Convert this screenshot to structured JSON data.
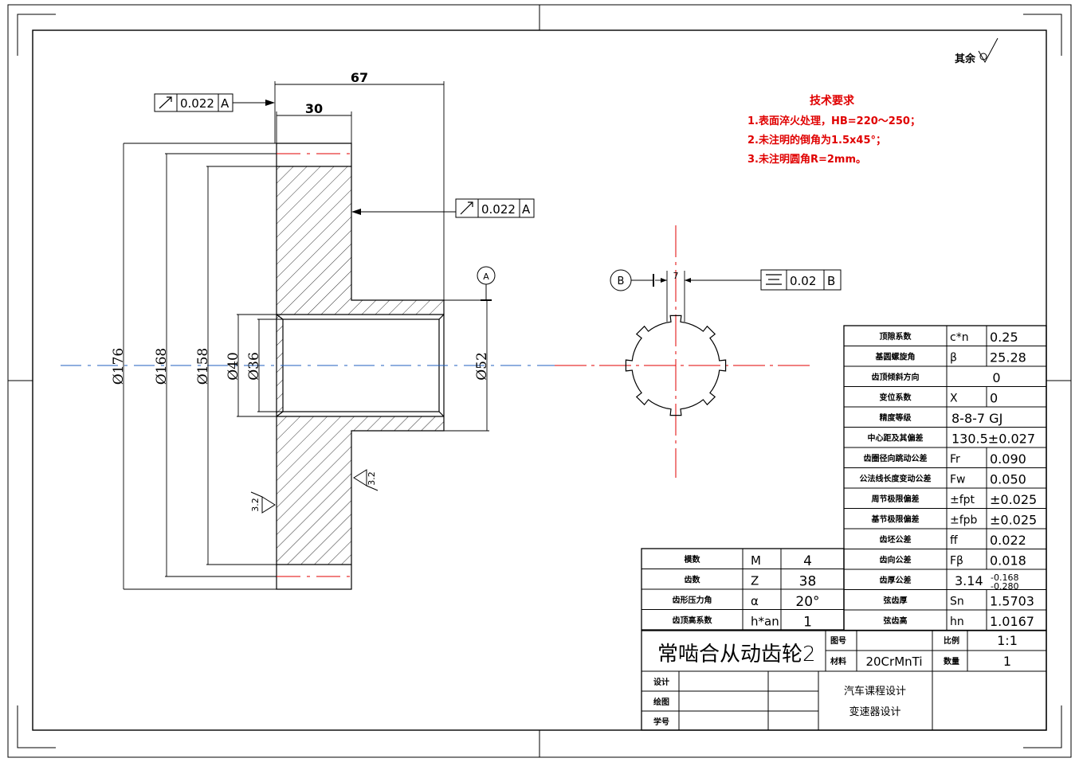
{
  "surface_finish_general": "其余",
  "tech_requirements": {
    "title": "技术要求",
    "lines": [
      "1.表面淬火处理，HB=220～250；",
      "2.未注明的倒角为1.5x45°；",
      "3.未注明圆角R=2mm。"
    ]
  },
  "dimensions": {
    "overall_width": "67",
    "hub_width": "30",
    "d176": "Ø176",
    "d168": "Ø168",
    "d158": "Ø158",
    "d40": "Ø40",
    "d36": "Ø36",
    "d52": "Ø52",
    "key_width": "7"
  },
  "tolerance_frames": {
    "runout_face": {
      "value": "0.022",
      "datum": "A"
    },
    "runout_side": {
      "value": "0.022",
      "datum": "A"
    },
    "symmetry": {
      "value": "0.02",
      "datum": "B"
    }
  },
  "datums": {
    "a": "A",
    "b": "B"
  },
  "roughness": {
    "face_right": "3.2",
    "face_left": "3.2"
  },
  "gear_params": [
    {
      "label": "顶隙系数",
      "symbol": "c*n",
      "value": "0.25"
    },
    {
      "label": "基圆螺旋角",
      "symbol": "β",
      "value": "25.28"
    },
    {
      "label": "齿顶倾斜方向",
      "symbol": "",
      "value": "0"
    },
    {
      "label": "变位系数",
      "symbol": "X",
      "value": "0"
    },
    {
      "label": "精度等级",
      "symbol": "",
      "value": "8-8-7 GJ"
    },
    {
      "label": "中心距及其偏差",
      "symbol": "",
      "value": "130.5±0.027"
    },
    {
      "label": "齿圈径向跳动公差",
      "symbol": "Fr",
      "value": "0.090"
    },
    {
      "label": "公法线长度变动公差",
      "symbol": "Fw",
      "value": "0.050"
    },
    {
      "label": "周节极限偏差",
      "symbol": "±fpt",
      "value": "±0.025"
    },
    {
      "label": "基节极限偏差",
      "symbol": "±fpb",
      "value": "±0.025"
    },
    {
      "label": "齿坯公差",
      "symbol": "ff",
      "value": "0.022"
    },
    {
      "label": "齿向公差",
      "symbol": "Fβ",
      "value": "0.018"
    },
    {
      "label": "齿厚公差",
      "symbol": "",
      "value": "3.14",
      "upper": "-0.168",
      "lower": "-0.280"
    },
    {
      "label": "弦齿厚",
      "symbol": "Sn",
      "value": "1.5703"
    },
    {
      "label": "弦齿高",
      "symbol": "hn",
      "value": "1.0167"
    }
  ],
  "basic_params": [
    {
      "label": "模数",
      "symbol": "M",
      "value": "4"
    },
    {
      "label": "齿数",
      "symbol": "Z",
      "value": "38"
    },
    {
      "label": "齿形压力角",
      "symbol": "α",
      "value": "20°"
    },
    {
      "label": "齿顶高系数",
      "symbol": "h*an",
      "value": "1"
    }
  ],
  "title_block": {
    "part_name": "常啮合从动齿轮2",
    "drawing_no_label": "图号",
    "drawing_no": "",
    "scale_label": "比例",
    "scale": "1:1",
    "material_label": "材料",
    "material": "20CrMnTi",
    "quantity_label": "数量",
    "quantity": "1",
    "design_label": "设计",
    "draw_label": "绘图",
    "student_label": "学号",
    "course_line1": "汽车课程设计",
    "course_line2": "变速器设计"
  },
  "colors": {
    "line": "#000000",
    "center": "#e00000",
    "axis": "#1f5fbf",
    "text_red": "#e00000"
  }
}
